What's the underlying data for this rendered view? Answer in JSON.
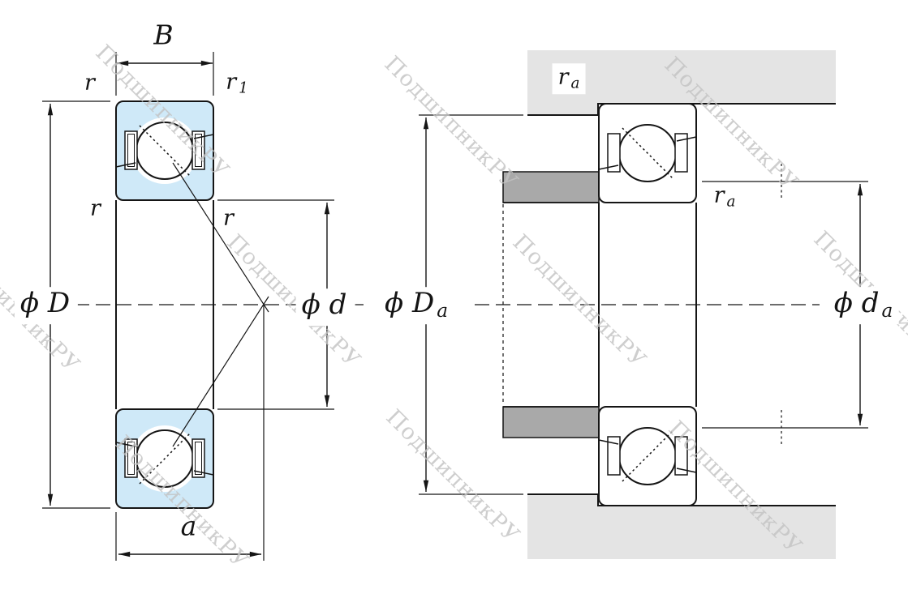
{
  "watermark": {
    "text": "ПодшипникРУ"
  },
  "colors": {
    "bearing_fill": "#cfe9f8",
    "housing_fill": "#e4e4e4",
    "shaft_fill": "#a9a9a9",
    "line": "#151515",
    "watermark": "#c3c3c3",
    "background": "#ffffff"
  },
  "labels": {
    "B": {
      "base": "B"
    },
    "r_top_left": {
      "base": "r"
    },
    "r_1": {
      "base": "r",
      "sub": "1"
    },
    "r_mid_left": {
      "base": "r"
    },
    "r_mid_right": {
      "base": "r"
    },
    "phi_D": {
      "base": "ϕ D"
    },
    "phi_d": {
      "base": "ϕ d"
    },
    "a": {
      "base": "a"
    },
    "r_a_top": {
      "base": "r",
      "sub": "a"
    },
    "r_a_mid": {
      "base": "r",
      "sub": "a"
    },
    "phi_D_a": {
      "base": "ϕ D",
      "sub": "a"
    },
    "phi_d_a": {
      "base": "ϕ d",
      "sub": "a"
    }
  }
}
